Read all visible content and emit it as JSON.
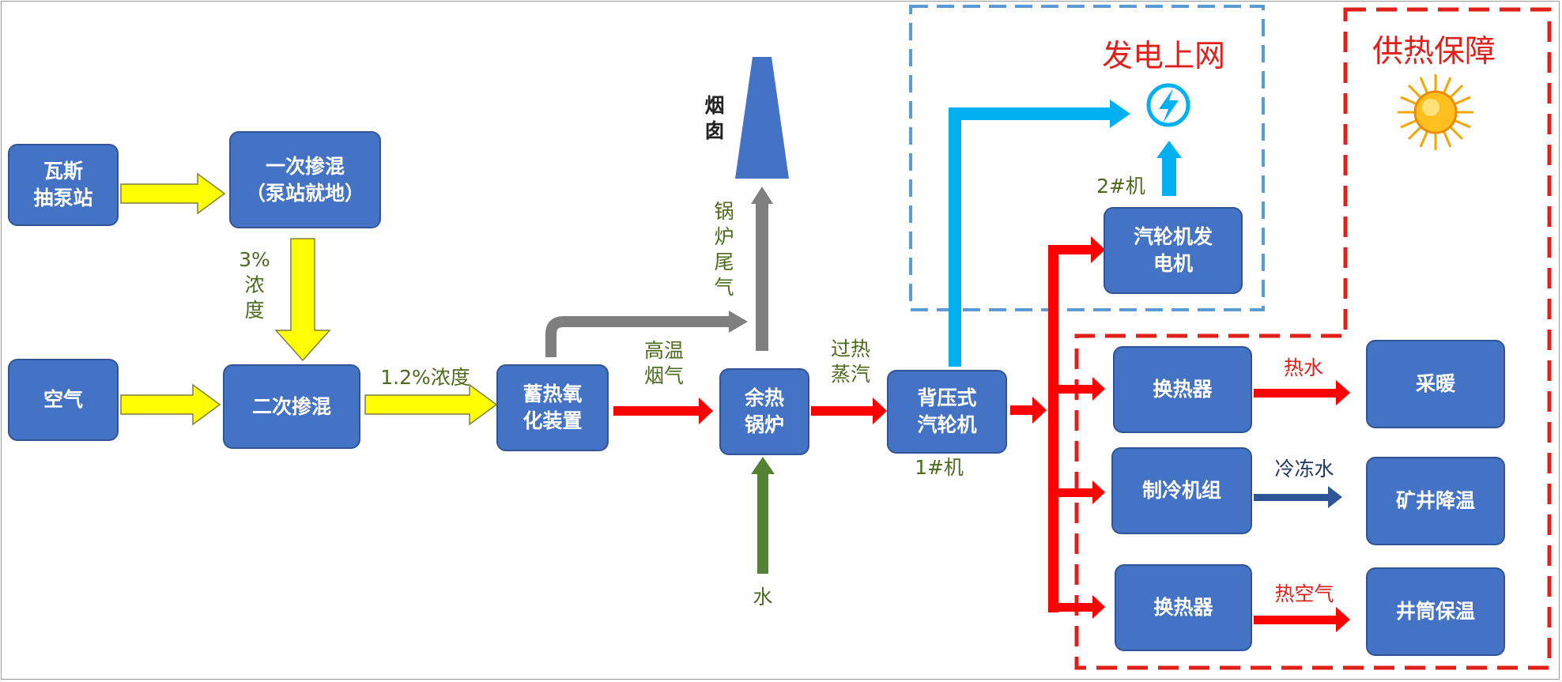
{
  "boxes": {
    "gas_pump_station": "瓦斯\n抽泵站",
    "primary_mixing": "一次掺混\n（泵站就地）",
    "air": "空气",
    "secondary_mixing": "二次掺混",
    "oxidation_device": "蓄热氧\n化装置",
    "waste_heat_boiler": "余热\n锅炉",
    "back_pressure_turbine": "背压式\n汽轮机",
    "turbine_generator": "汽轮机发\n电机",
    "heat_exchanger_1": "换热器",
    "heating": "采暖",
    "refrigeration_unit": "制冷机组",
    "mine_cooling": "矿井降温",
    "heat_exchanger_2": "换热器",
    "shaft_insulation": "井筒保温"
  },
  "labels": {
    "concentration_3": "3%\n浓\n度",
    "concentration_1_2": "1.2%浓度",
    "chimney": "烟\n囱",
    "boiler_exhaust": "锅\n炉\n尾\n气",
    "high_temp_flue_gas": "高温\n烟气",
    "superheated_steam": "过热\n蒸汽",
    "water": "水",
    "unit_1": "1#机",
    "unit_2": "2#机",
    "hot_water": "热水",
    "chilled_water": "冷冻水",
    "hot_air": "热空气"
  },
  "sections": {
    "power_grid_title": "发电上网",
    "heat_supply_title": "供热保障"
  },
  "icons": [
    "power-bolt-icon",
    "sun-icon"
  ],
  "colors": {
    "box_fill": "#4472c4",
    "box_border": "#2f5597",
    "yellow_arrow": "#ffff00",
    "red_arrow": "#ff0000",
    "gray_arrow": "#7f7f7f",
    "green_arrow": "#548235",
    "blue_arrow": "#00b0f0",
    "navy_arrow": "#2f5597",
    "power_section_border": "#5b9bd5",
    "heat_section_border": "#e0201a"
  }
}
